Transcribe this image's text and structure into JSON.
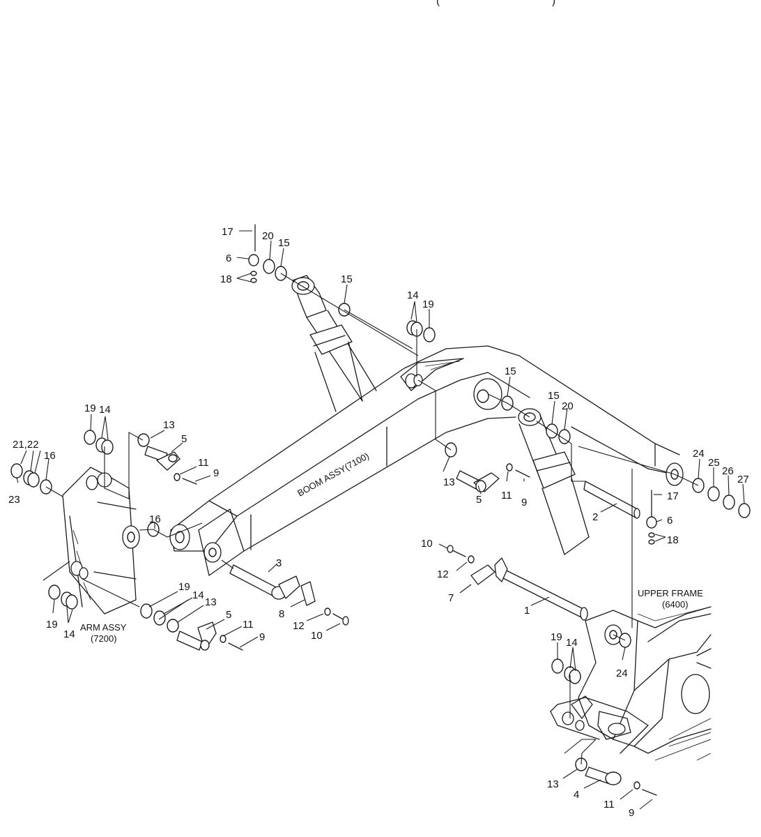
{
  "header": {
    "fragment": "(",
    "fragment_end": ")"
  },
  "assemblies": {
    "boom": "BOOM ASSY(7100)",
    "arm_line1": "ARM ASSY",
    "arm_line2": "(7200)",
    "upper_frame_line1": "UPPER FRAME",
    "upper_frame_line2": "(6400)"
  },
  "callouts": [
    "17",
    "20",
    "15",
    "6",
    "18",
    "15",
    "14",
    "19",
    "15",
    "15",
    "20",
    "19",
    "14",
    "13",
    "5",
    "21,22",
    "16",
    "23",
    "11",
    "9",
    "13",
    "5",
    "11",
    "9",
    "24",
    "25",
    "26",
    "27",
    "17",
    "2",
    "6",
    "18",
    "16",
    "3",
    "10",
    "12",
    "7",
    "1",
    "8",
    "12",
    "10",
    "19",
    "14",
    "13",
    "5",
    "11",
    "9",
    "19",
    "14",
    "UPPER",
    "19",
    "14",
    "24",
    "13",
    "4",
    "11",
    "9"
  ]
}
